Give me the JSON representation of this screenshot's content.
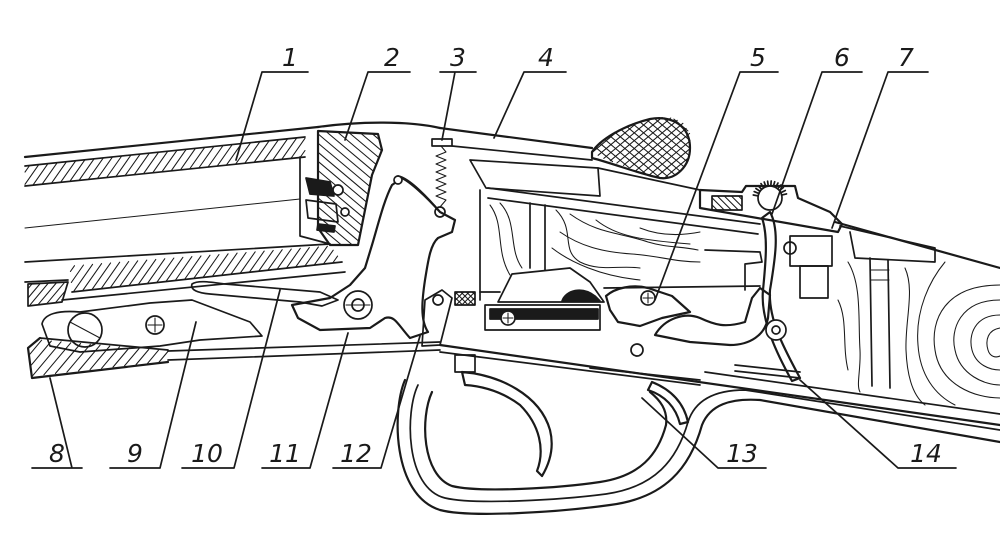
{
  "diagram": {
    "callouts_top": [
      "1",
      "2",
      "3",
      "4",
      "5",
      "6",
      "7"
    ],
    "callouts_bottom": [
      "8",
      "9",
      "10",
      "11",
      "12",
      "13",
      "14"
    ]
  },
  "colors": {
    "ink": "#1a1a1a",
    "paper": "#ffffff"
  }
}
